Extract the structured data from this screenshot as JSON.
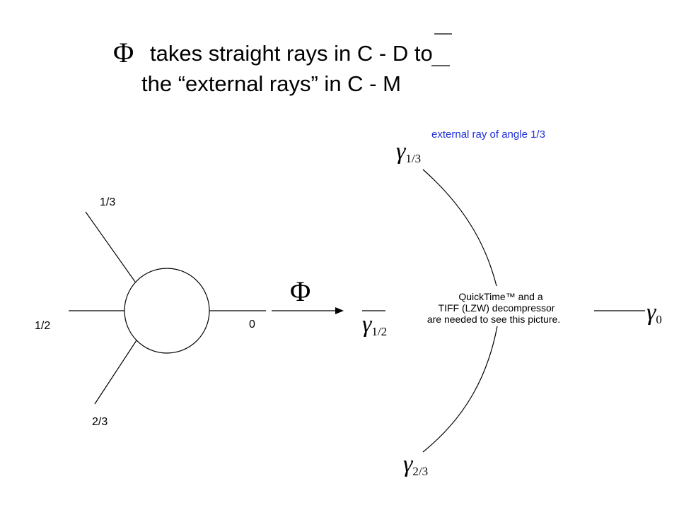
{
  "title": {
    "phi_symbol": "Φ",
    "line1_a": "takes straight rays in C - ",
    "line1_bar_letter": "D",
    "line1_b": " to",
    "line2_a": "the “external rays” in C - ",
    "line2_bar_letter": "M"
  },
  "disk_diagram": {
    "labels": {
      "one_third": "1/3",
      "one_half": "1/2",
      "zero": "0",
      "two_thirds": "2/3"
    }
  },
  "map_symbol": "Φ",
  "mandelbrot_diagram": {
    "caption": "external ray of angle 1/3",
    "caption_color": "#1f2fd6",
    "gamma_symbol": "γ",
    "gamma_subscripts": {
      "one_third": "1/3",
      "one_half": "1/2",
      "zero": "0",
      "two_thirds": "2/3"
    },
    "placeholder_lines": [
      "QuickTime™ and a",
      "TIFF (LZW) decompressor",
      "are needed to see this picture."
    ]
  }
}
